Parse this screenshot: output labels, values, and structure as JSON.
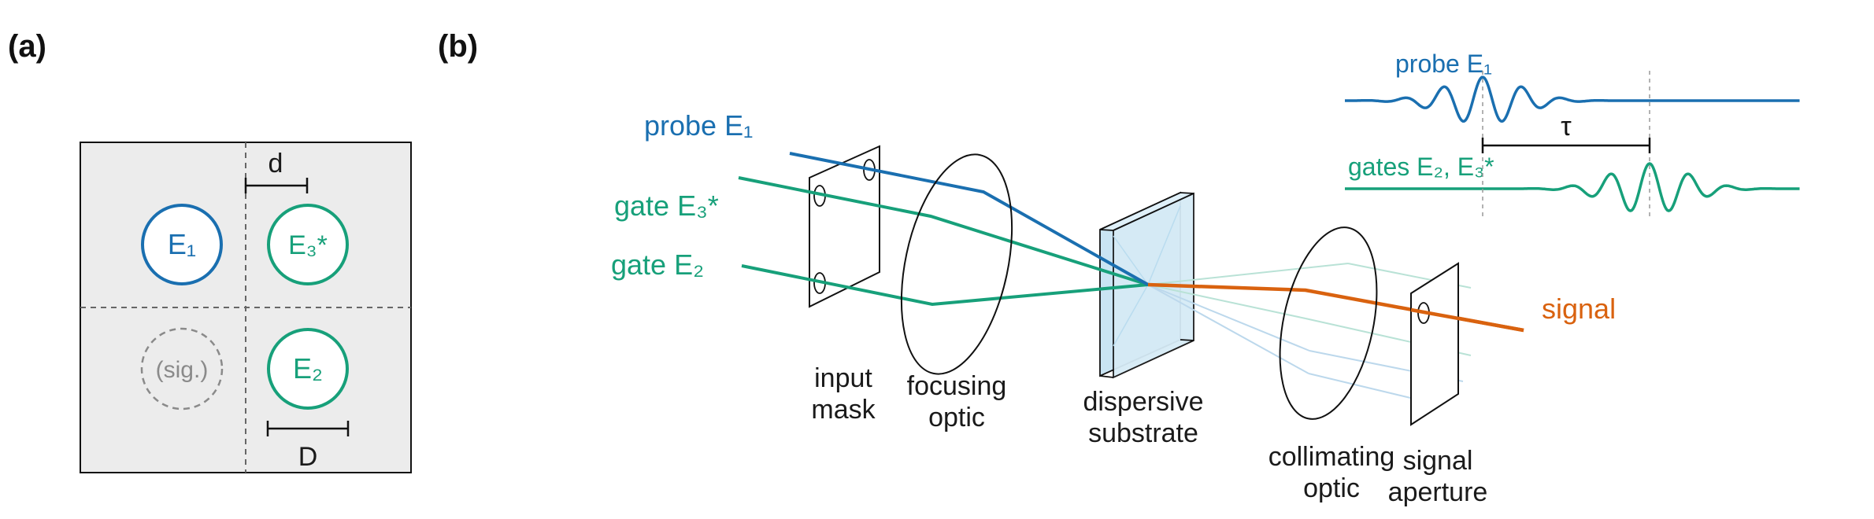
{
  "colors": {
    "probe": "#1a6fb0",
    "gate": "#17a07a",
    "signal": "#d9620f",
    "sig_placeholder": "#8a8a8a",
    "panel_bg": "#ececec",
    "substrate": "#d6ebf6",
    "ink": "#1a1a1a"
  },
  "panel_a": {
    "label": "(a)",
    "d_label": "d",
    "D_label": "D",
    "circles": {
      "e1": "E₁",
      "e3": "E₃*",
      "sig": "(sig.)",
      "e2": "E₂"
    }
  },
  "panel_b": {
    "label": "(b)",
    "beams": {
      "probe": "probe E₁",
      "gate3": "gate E₃*",
      "gate2": "gate E₂",
      "signal": "signal"
    },
    "components": {
      "input_mask": [
        "input",
        "mask"
      ],
      "focusing_optic": [
        "focusing",
        "optic"
      ],
      "dispersive_substrate": [
        "dispersive",
        "substrate"
      ],
      "collimating_optic": [
        "collimating",
        "optic"
      ],
      "signal_aperture": [
        "signal",
        "aperture"
      ]
    },
    "inset": {
      "probe_label": "probe E₁",
      "gates_label": "gates E₂, E₃*",
      "delay_label": "τ"
    }
  }
}
